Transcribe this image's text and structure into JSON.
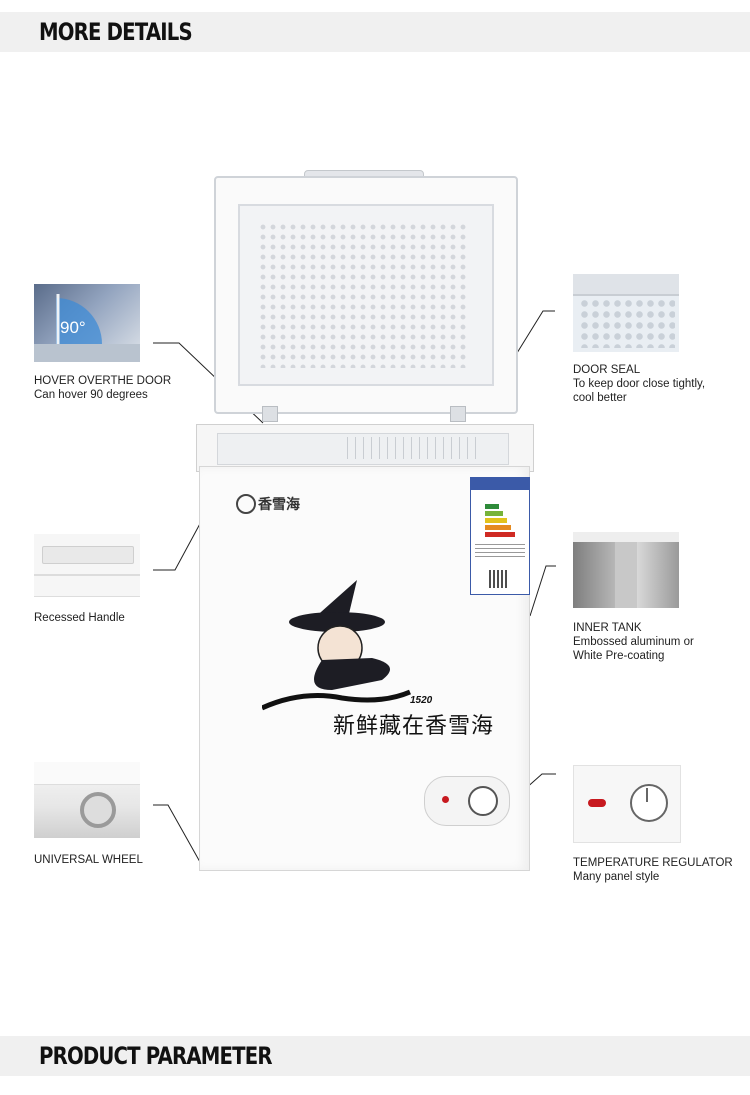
{
  "sections": {
    "top_title": "MORE DETAILS",
    "bottom_title": "PRODUCT PARAMETER"
  },
  "product": {
    "brand": "香雪海",
    "slogan": "新鲜藏在香雪海",
    "capacity_mark": "1520",
    "hover_angle": "90°"
  },
  "features": {
    "hover": {
      "title": "HOVER OVERTHE DOOR",
      "desc": "Can hover 90 degrees"
    },
    "handle": {
      "title": "Recessed Handle"
    },
    "wheel": {
      "title": "UNIVERSAL WHEEL"
    },
    "seal": {
      "title": "DOOR SEAL",
      "desc1": "To keep door close tightly,",
      "desc2": "cool better"
    },
    "tank": {
      "title": "INNER TANK",
      "desc1": "Embossed aluminum or",
      "desc2": "White Pre-coating"
    },
    "regulator": {
      "title": "TEMPERATURE REGULATOR",
      "desc": "Many panel style"
    }
  },
  "colors": {
    "band": "#f0f0f0",
    "label_blue": "#3b5aa8",
    "led_red": "#c7191f"
  }
}
